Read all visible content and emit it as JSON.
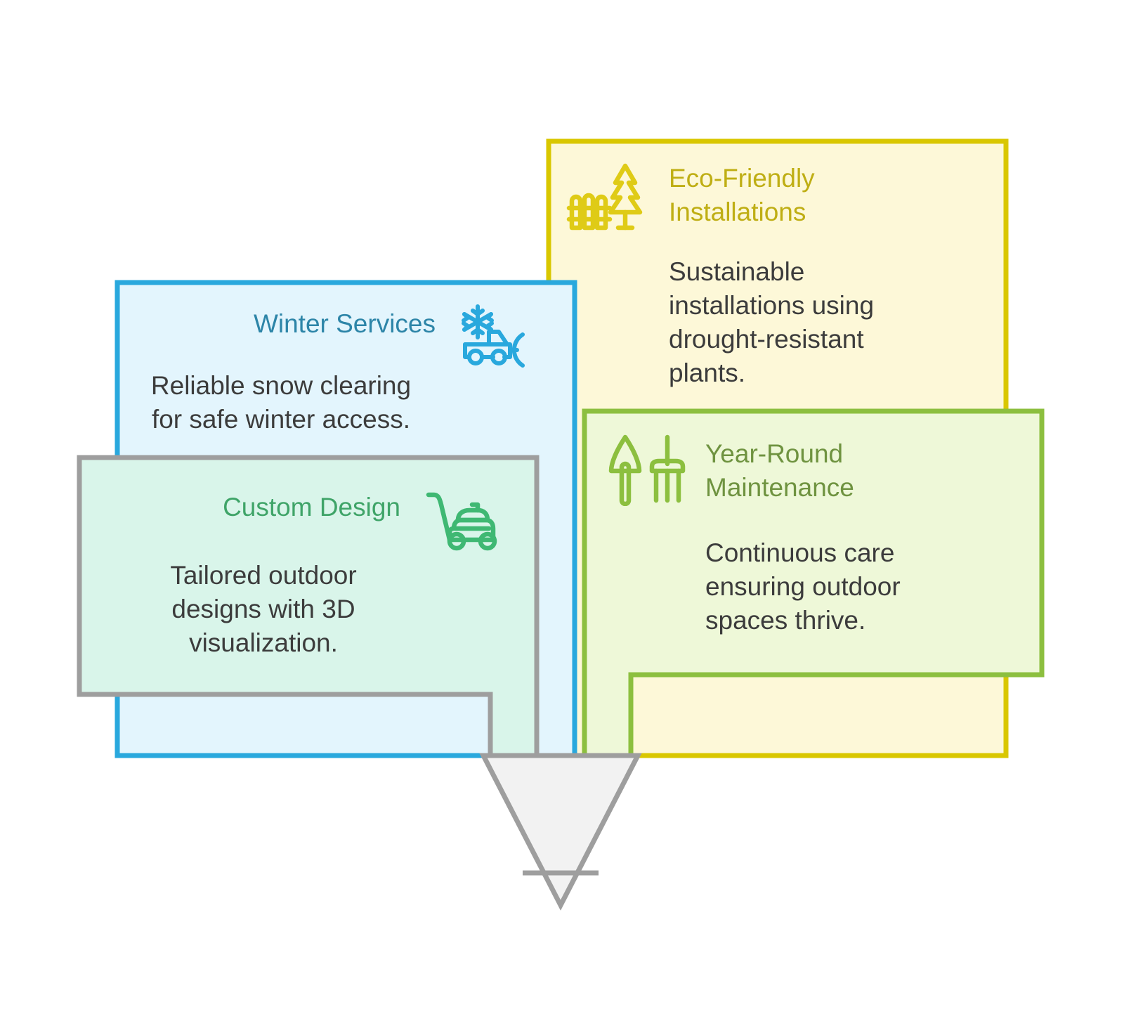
{
  "diagram": {
    "type": "funnel-infographic",
    "background_color": "#ffffff",
    "stem_colors": [
      "#d9f5ea",
      "#e3f5fd",
      "#fcf6d2",
      "#eef8d8"
    ],
    "funnel_outline_color": "#9e9e9e",
    "funnel_fill_color": "#f2f2f2"
  },
  "cards": [
    {
      "id": "eco-friendly",
      "title": "Eco-Friendly\nInstallations",
      "description": "Sustainable\ninstallations using\ndrought-resistant\nplants.",
      "icon": "fence-tree-icon",
      "border_color": "#d9c700",
      "fill_color": "#fdf8d8",
      "title_color": "#bfae14",
      "description_color": "#3c3c3c"
    },
    {
      "id": "winter-services",
      "title": "Winter Services",
      "description": "Reliable snow clearing\nfor safe winter access.",
      "icon": "snowplow-truck-icon",
      "border_color": "#29a8dd",
      "fill_color": "#e3f5fd",
      "title_color": "#2d85a8",
      "description_color": "#3c3c3c"
    },
    {
      "id": "year-round-maintenance",
      "title": "Year-Round\nMaintenance",
      "description": "Continuous care\nensuring outdoor\nspaces thrive.",
      "icon": "shovel-fork-icon",
      "border_color": "#8cbf3f",
      "fill_color": "#eef8d8",
      "title_color": "#6f9340",
      "description_color": "#3c3c3c"
    },
    {
      "id": "custom-design",
      "title": "Custom Design",
      "description": "Tailored outdoor\ndesigns with 3D\nvisualization.",
      "icon": "lawn-mower-icon",
      "border_color": "#9e9e9e",
      "fill_color": "#d9f5ea",
      "title_color": "#3fa468",
      "description_color": "#3c3c3c"
    }
  ]
}
